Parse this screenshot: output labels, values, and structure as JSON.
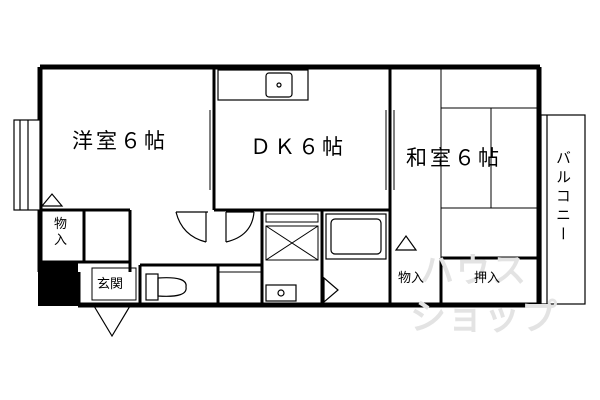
{
  "rooms": {
    "western_room": "洋室６帖",
    "dining_kitchen": "ＤＫ６帖",
    "japanese_room": "和室６帖",
    "balcony": "バルコニー",
    "storage_left": "物入",
    "storage_right": "物入",
    "oshiire": "押入",
    "entrance": "玄関"
  },
  "watermark": {
    "line1": "ハウス",
    "line2": "ショップ"
  },
  "colors": {
    "wall": "#000000",
    "line": "#000000",
    "watermark": "#e3e3e3"
  }
}
